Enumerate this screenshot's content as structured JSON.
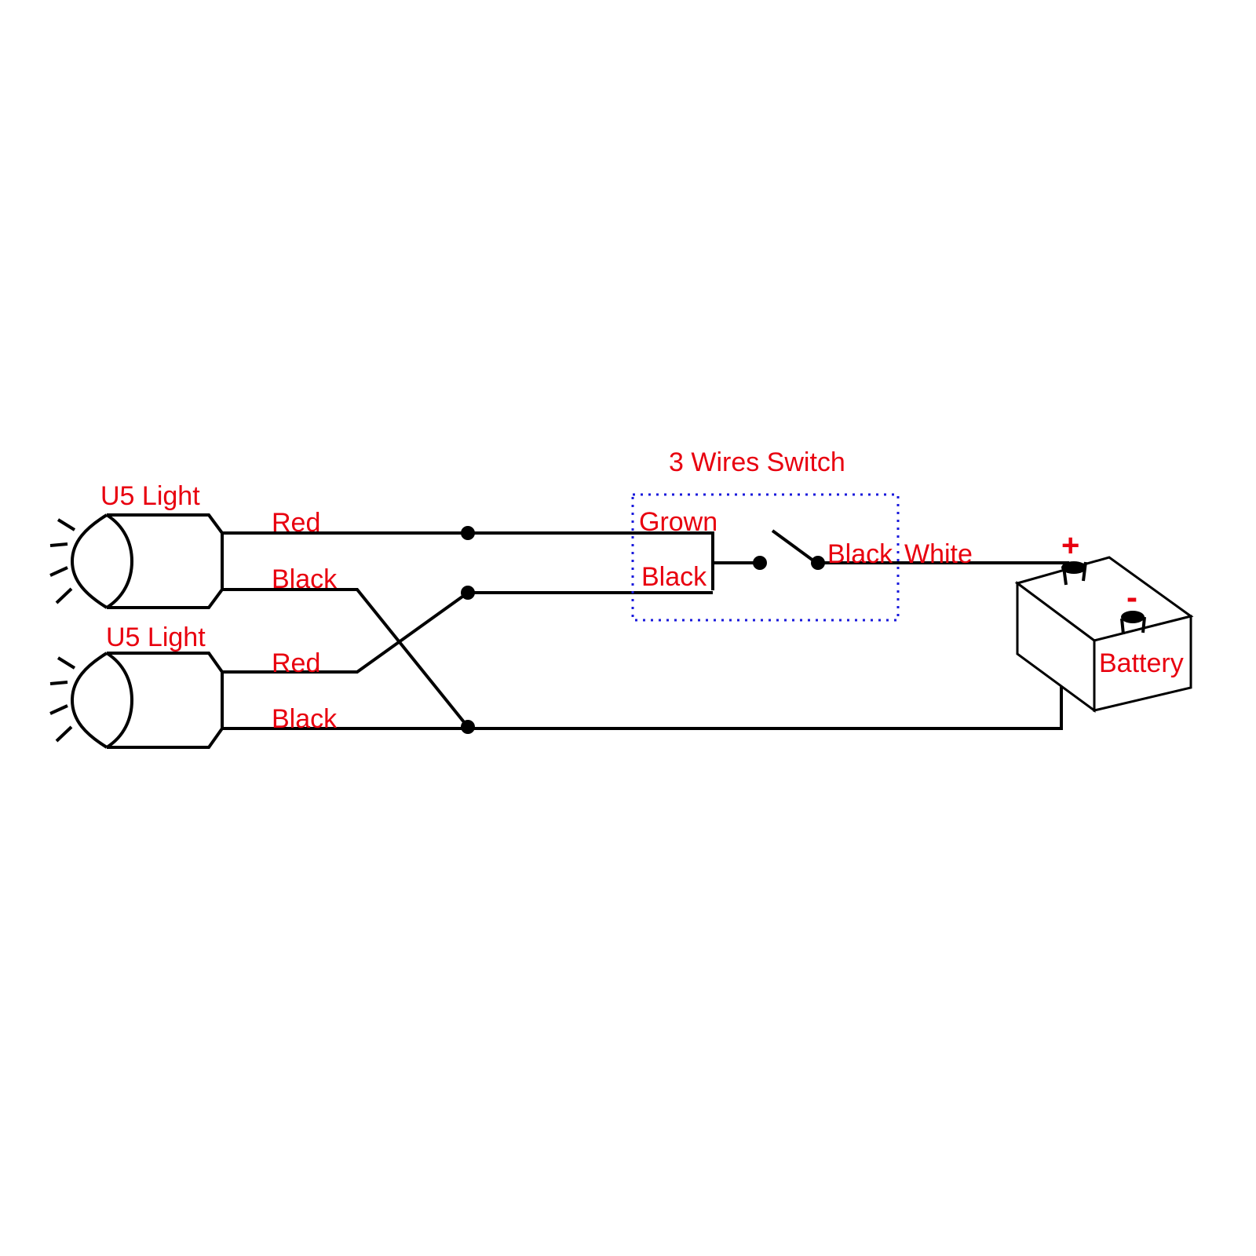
{
  "switch": {
    "title": "3 Wires Switch",
    "wire_grown": "Grown",
    "wire_black": "Black",
    "wire_black_out": "Black",
    "wire_white": "White",
    "box_color": "#1a1adc"
  },
  "lights": [
    {
      "label": "U5 Light",
      "wire_red": "Red",
      "wire_black": "Black"
    },
    {
      "label": "U5 Light",
      "wire_red": "Red",
      "wire_black": "Black"
    }
  ],
  "battery": {
    "label": "Battery",
    "positive": "+",
    "negative": "-"
  },
  "colors": {
    "label": "#e8000f",
    "wire": "#000000"
  },
  "icons": [
    "headlight-icon",
    "switch-icon",
    "battery-icon"
  ]
}
